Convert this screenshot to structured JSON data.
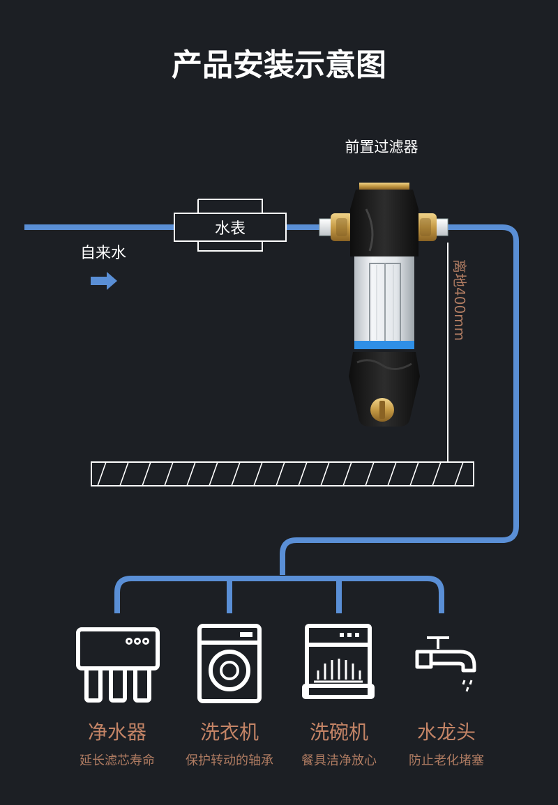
{
  "title": "产品安装示意图",
  "labels": {
    "filter": "前置过滤器",
    "meter": "水表",
    "source": "自来水",
    "height": "离地400mm"
  },
  "colors": {
    "background": "#1c1f24",
    "pipe": "#5a8fd6",
    "line": "#ffffff",
    "accent_text": "#c48466",
    "brass": "#c9a050"
  },
  "appliances": [
    {
      "icon": "water-purifier-icon",
      "name": "净水器",
      "desc": "延长滤芯寿命"
    },
    {
      "icon": "washing-machine-icon",
      "name": "洗衣机",
      "desc": "保护转动的轴承"
    },
    {
      "icon": "dishwasher-icon",
      "name": "洗碗机",
      "desc": "餐具洁净放心"
    },
    {
      "icon": "faucet-icon",
      "name": "水龙头",
      "desc": "防止老化堵塞"
    }
  ]
}
